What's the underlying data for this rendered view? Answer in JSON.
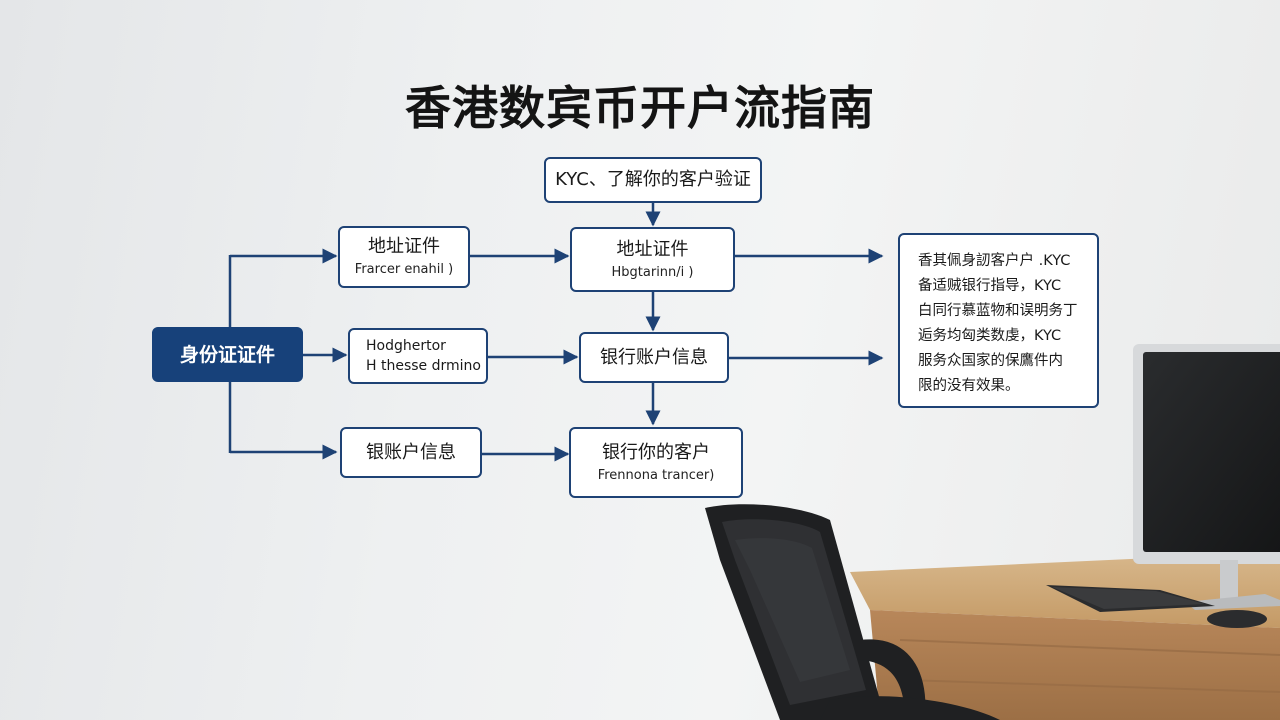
{
  "title": "香港数宾币开户流指南",
  "diagram": {
    "nodes": {
      "kyc": {
        "label": "KYC、了解你的客户验证"
      },
      "id_docs": {
        "label": "身份证证件"
      },
      "addr_left": {
        "label": "地址证件",
        "sub": "Frarcer enahil )"
      },
      "mid_left": {
        "line1": "Hodghertor",
        "line2": "H thesse drmino"
      },
      "bank_left": {
        "label": "银账户信息"
      },
      "addr_center": {
        "label": "地址证件",
        "sub": "Hbgtarinn/i )"
      },
      "bank_center": {
        "label": "银行账户信息"
      },
      "client_center": {
        "label": "银行你的客户",
        "sub": "Frennona trancer)"
      },
      "info": {
        "lines": [
          "香其佩身訒客户户 .KYC",
          "备适贼银行指导，KYC",
          "白同行慕蓝物和误明务丁",
          "逅务均匈类数虔，KYC",
          "服务众国家的保鷹件内",
          "限的没有效果。"
        ]
      }
    },
    "colors": {
      "accent": "#1e4275",
      "dark_node": "#17417a",
      "text": "#1a1a1a"
    }
  }
}
